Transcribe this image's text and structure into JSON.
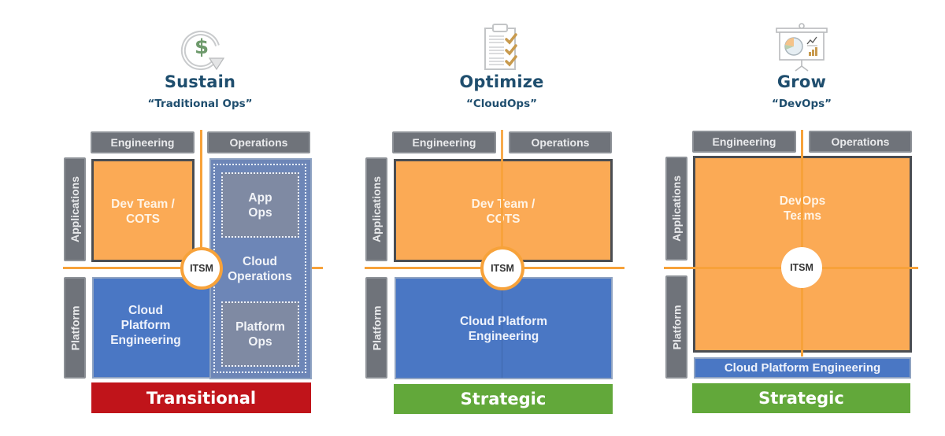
{
  "panels": [
    {
      "icon": "dollar-cycle-icon",
      "title": "Sustain",
      "subtitle": "“Traditional Ops”",
      "column_headers": [
        "Engineering",
        "Operations"
      ],
      "row_headers": [
        "Applications",
        "Platform"
      ],
      "cells": {
        "dev": "Dev Team /\nCOTS",
        "dev_lines": [
          "Dev Team /",
          "COTS"
        ],
        "platform_lines": [
          "Cloud",
          "Platform",
          "Engineering"
        ],
        "app_ops_lines": [
          "App",
          "Ops"
        ],
        "cloud_ops_lines": [
          "Cloud",
          "Operations"
        ],
        "platform_ops_lines": [
          "Platform",
          "Ops"
        ]
      },
      "hub": "ITSM",
      "status": "Transitional",
      "status_color": "#c0141a"
    },
    {
      "icon": "checklist-clipboard-icon",
      "title": "Optimize",
      "subtitle": "“CloudOps”",
      "column_headers": [
        "Engineering",
        "Operations"
      ],
      "row_headers": [
        "Applications",
        "Platform"
      ],
      "cells": {
        "dev_lines": [
          "Dev Team /",
          "COTS"
        ],
        "platform_lines": [
          "Cloud Platform",
          "Engineering"
        ]
      },
      "hub": "ITSM",
      "status": "Strategic",
      "status_color": "#62a83a"
    },
    {
      "icon": "presentation-board-icon",
      "title": "Grow",
      "subtitle": "“DevOps”",
      "column_headers": [
        "Engineering",
        "Operations"
      ],
      "row_headers": [
        "Applications",
        "Platform"
      ],
      "cells": {
        "devops_lines": [
          "DevOps",
          "Teams"
        ],
        "platform_strip": "Cloud Platform Engineering"
      },
      "hub": "ITSM",
      "status": "Strategic",
      "status_color": "#62a83a"
    }
  ],
  "colors": {
    "title": "#1f4e6e",
    "header_grey": "#6f737a",
    "orange": "#fbaa55",
    "blue": "#4a77c4",
    "connector": "#f7a23a"
  }
}
